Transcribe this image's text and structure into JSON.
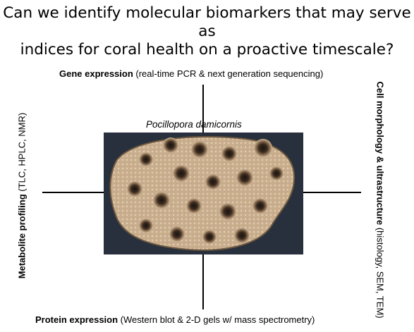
{
  "title": {
    "line1": "Can we identify molecular biomarkers that may serve as",
    "line2": "indices for coral health on a proactive timescale?"
  },
  "labels": {
    "top": {
      "bold": "Gene expression",
      "rest": " (real-time PCR & next generation sequencing)"
    },
    "bottom": {
      "bold": "Protein expression",
      "rest": " (Western blot & 2-D gels w/ mass spectrometry)"
    },
    "left": {
      "bold": "Metabolite profiling",
      "rest": " (TLC, HPLC, NMR)"
    },
    "right": {
      "bold": "Cell morphology & ultrastructure",
      "rest": " (histology, SEM, TEM)"
    }
  },
  "center": {
    "species": "Pocillopora damicornis",
    "image": "coral-photo"
  }
}
